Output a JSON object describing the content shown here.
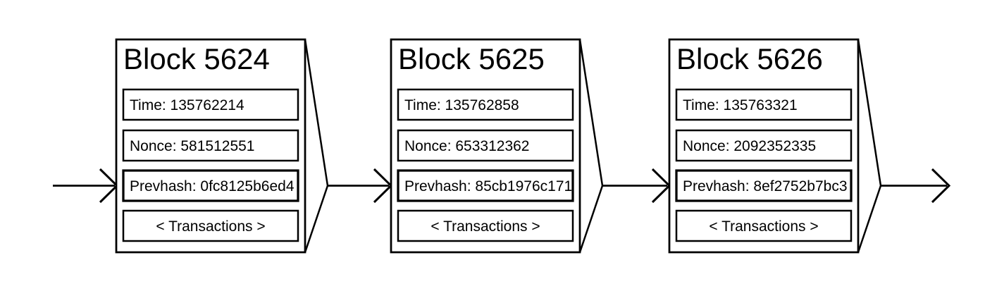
{
  "diagram": {
    "kind": "blockchain-chain-of-blocks",
    "colors": {
      "ink": "#000000",
      "background": "#ffffff"
    },
    "blocks": [
      {
        "title": "Block 5624",
        "time": "Time: 135762214",
        "nonce": "Nonce: 581512551",
        "prevhash": "Prevhash: 0fc8125b6ed4",
        "transactions": "< Transactions >"
      },
      {
        "title": "Block 5625",
        "time": "Time: 135762858",
        "nonce": "Nonce: 653312362",
        "prevhash": "Prevhash: 85cb1976c171",
        "transactions": "< Transactions >"
      },
      {
        "title": "Block 5626",
        "time": "Time: 135763321",
        "nonce": "Nonce: 2092352335",
        "prevhash": "Prevhash: 8ef2752b7bc3",
        "transactions": "< Transactions >"
      }
    ]
  }
}
